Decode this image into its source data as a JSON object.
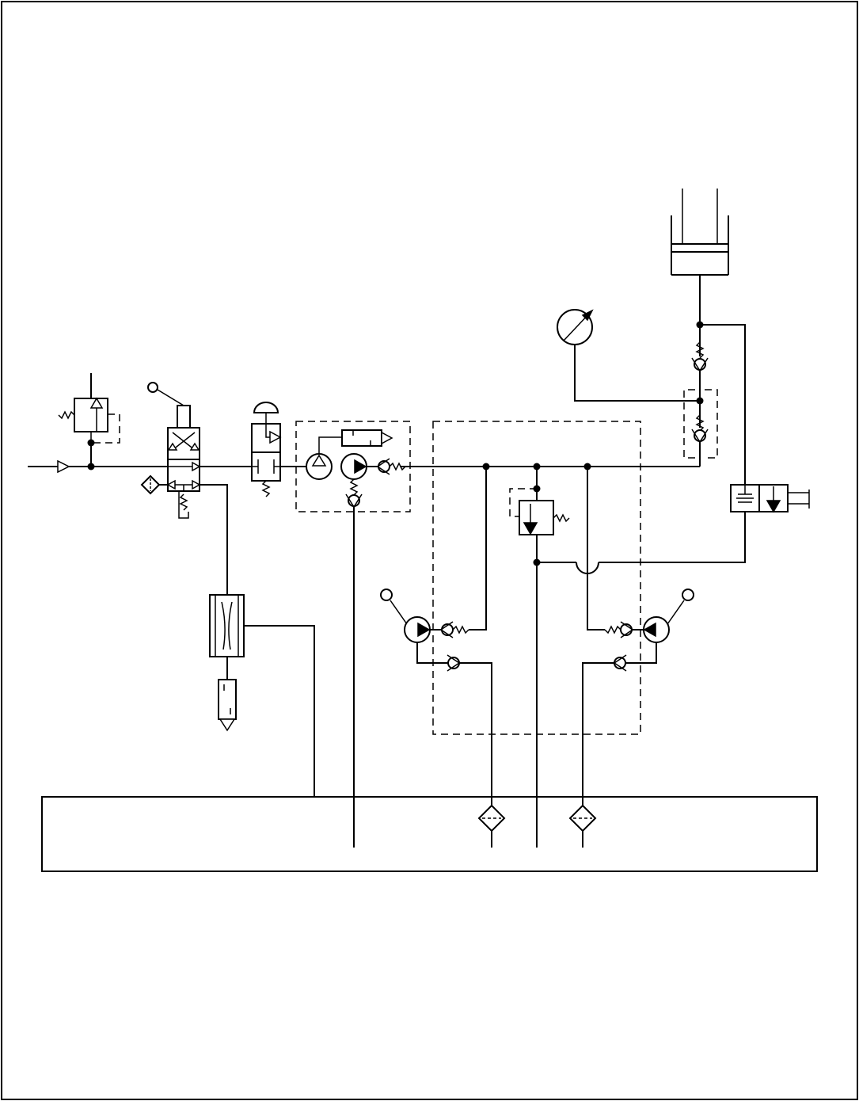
{
  "diagram": {
    "texts": [],
    "colors": {
      "line": "#000000",
      "background": "#ffffff"
    },
    "components": [
      "page-border",
      "hydraulic-cylinder",
      "pressure-gauge",
      "check-valve",
      "relief-valve",
      "hand-lever-valve",
      "push-button-valve",
      "air-pump-unit",
      "hand-pump-left",
      "hand-pump-right",
      "reservoir",
      "filter-left",
      "filter-right",
      "solenoid-valve",
      "muffler",
      "air-filter-icon"
    ]
  }
}
